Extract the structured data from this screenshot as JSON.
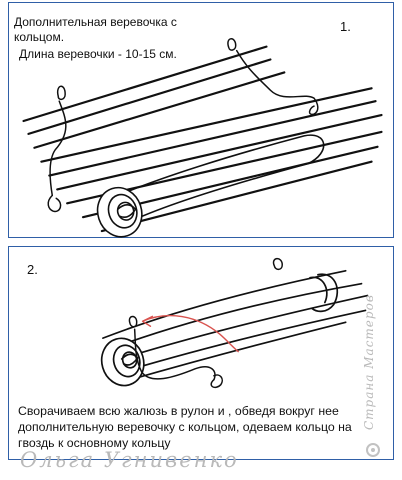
{
  "step1": {
    "number": "1.",
    "title": "Дополнительная веревочка с\nкольцом.",
    "length_note": "Длина веревочки - 10-15 см."
  },
  "step2": {
    "number": "2.",
    "caption": "Сворачиваем всю жалюзь в рулон и , обведя вокруг нее\nдополнительную веревочку с кольцом, одеваем кольцо на\nгвоздь к основному кольцу"
  },
  "watermarks": {
    "author": "Ольга Угнивенко",
    "site": "Страна Мастеров"
  },
  "colors": {
    "frame": "#2f5fa7",
    "line": "#111111",
    "arrow": "#d9534f",
    "watermark": "#b9b9b9"
  }
}
